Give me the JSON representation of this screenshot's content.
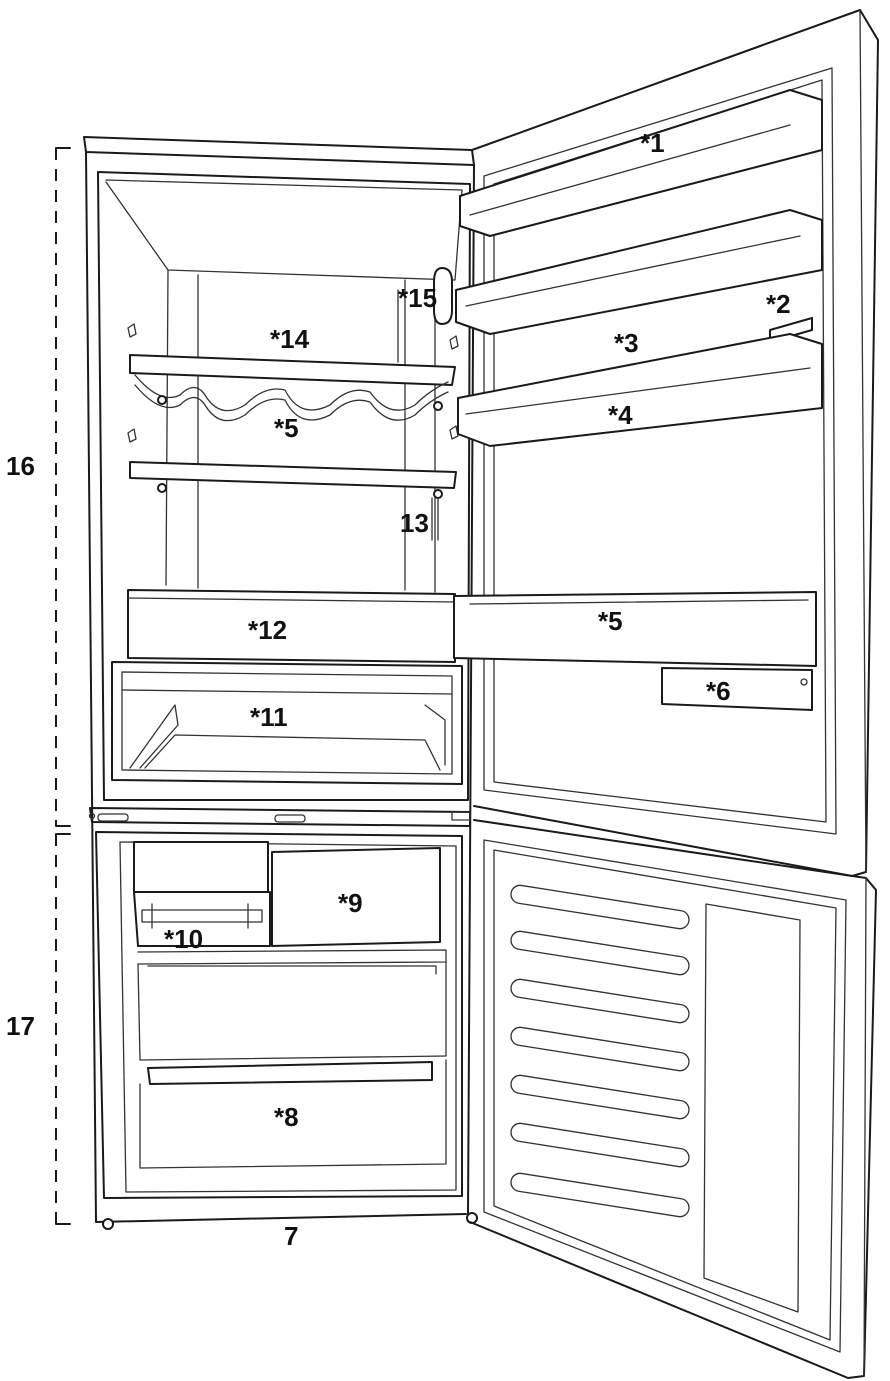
{
  "diagram": {
    "callouts": {
      "c1": "*1",
      "c2": "*2",
      "c3": "*3",
      "c4": "*4",
      "c5_shelf": "*5",
      "c5_door": "*5",
      "c6": "*6",
      "c7": "7",
      "c8": "*8",
      "c9": "*9",
      "c10": "*10",
      "c11": "*11",
      "c12": "*12",
      "c13": "13",
      "c14": "*14",
      "c15": "*15",
      "c16": "16",
      "c17": "17"
    }
  }
}
